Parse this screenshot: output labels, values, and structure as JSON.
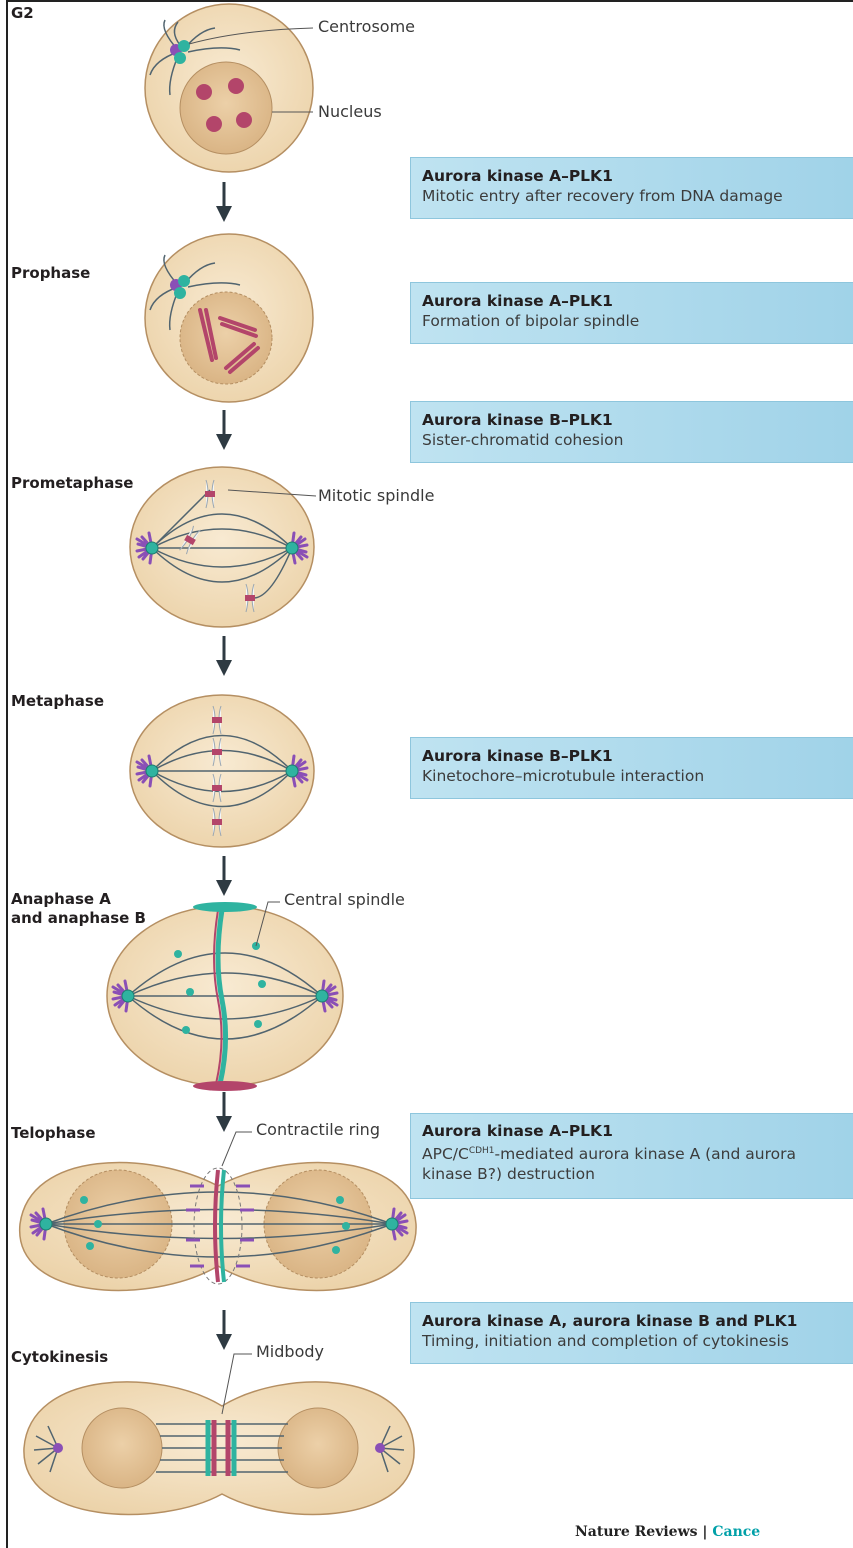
{
  "stages": {
    "g2": "G2",
    "prophase": "Prophase",
    "prometaphase": "Prometaphase",
    "metaphase": "Metaphase",
    "anaphase_1": "Anaphase A",
    "anaphase_2": "and anaphase B",
    "telophase": "Telophase",
    "cytokinesis": "Cytokinesis"
  },
  "callouts": {
    "centrosome": "Centrosome",
    "nucleus": "Nucleus",
    "mitotic_spindle": "Mitotic spindle",
    "central_spindle": "Central spindle",
    "contractile_ring": "Contractile ring",
    "midbody": "Midbody"
  },
  "boxes": [
    {
      "title": "Aurora kinase A–PLK1",
      "desc": "Mitotic entry after recovery from DNA damage"
    },
    {
      "title": "Aurora kinase A–PLK1",
      "desc": "Formation of bipolar spindle"
    },
    {
      "title": "Aurora kinase B–PLK1",
      "desc": "Sister-chromatid cohesion"
    },
    {
      "title": "Aurora kinase B–PLK1",
      "desc": "Kinetochore–microtubule interaction"
    },
    {
      "title": "Aurora kinase A–PLK1",
      "desc_pre": "APC/C",
      "desc_sup": "CDH1",
      "desc_post": "-mediated aurora kinase A (and aurora",
      "desc_line2": "kinase B?) destruction"
    },
    {
      "title": "Aurora kinase A, aurora kinase B and PLK1",
      "desc": "Timing, initiation and completion of cytokinesis"
    }
  ],
  "footer": {
    "journal": "Nature Reviews",
    "separator": " | ",
    "section": "Cance"
  },
  "colors": {
    "cell": "#f2dfbf",
    "nucleus": "#e2c195",
    "centrosome": "#2fb3a0",
    "spindle_pole": "#8a4fb6",
    "microtubule": "#51646f",
    "chromosome": "#b3456a",
    "box": "#a9d8ec"
  }
}
